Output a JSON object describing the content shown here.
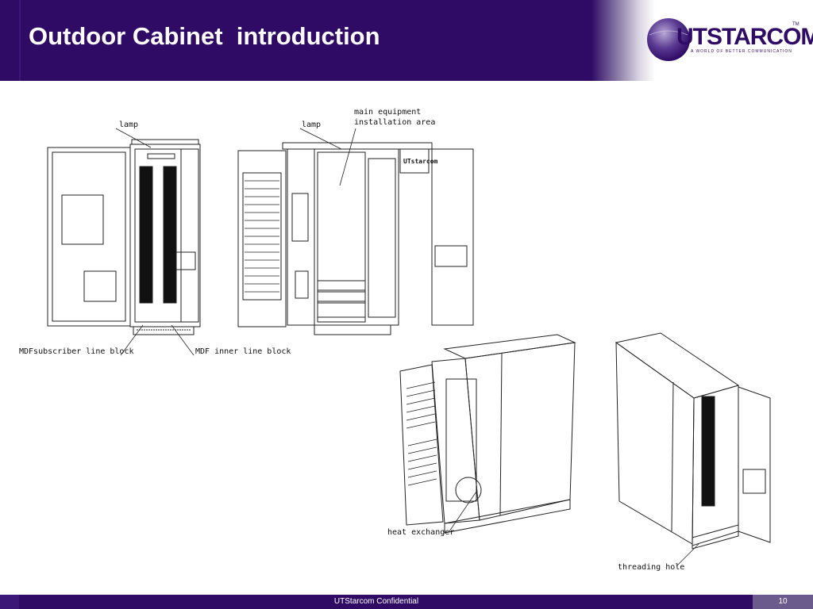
{
  "slide": {
    "title": "Outdoor Cabinet  introduction",
    "footer_text": "UTStarcom Confidential",
    "page_number": "10"
  },
  "logo": {
    "wordmark": "UTSTARCOM",
    "trademark": "TM",
    "tagline": "A WORLD OF BETTER COMMUNICATION"
  },
  "drawing_labels": {
    "lamp_left": "lamp",
    "lamp_right": "lamp",
    "main_equipment_line1": "main equipment",
    "main_equipment_line2": "installation area",
    "mdf_subscriber": "MDFsubscriber line block",
    "mdf_inner": "MDF inner line block",
    "heat_exchanger": "heat exchanger",
    "threading_hole": "threading hole",
    "brand_plate": "UTstarcom"
  },
  "colors": {
    "brand_purple": "#2f0b66",
    "footer_page_box": "#6b5a8c"
  }
}
